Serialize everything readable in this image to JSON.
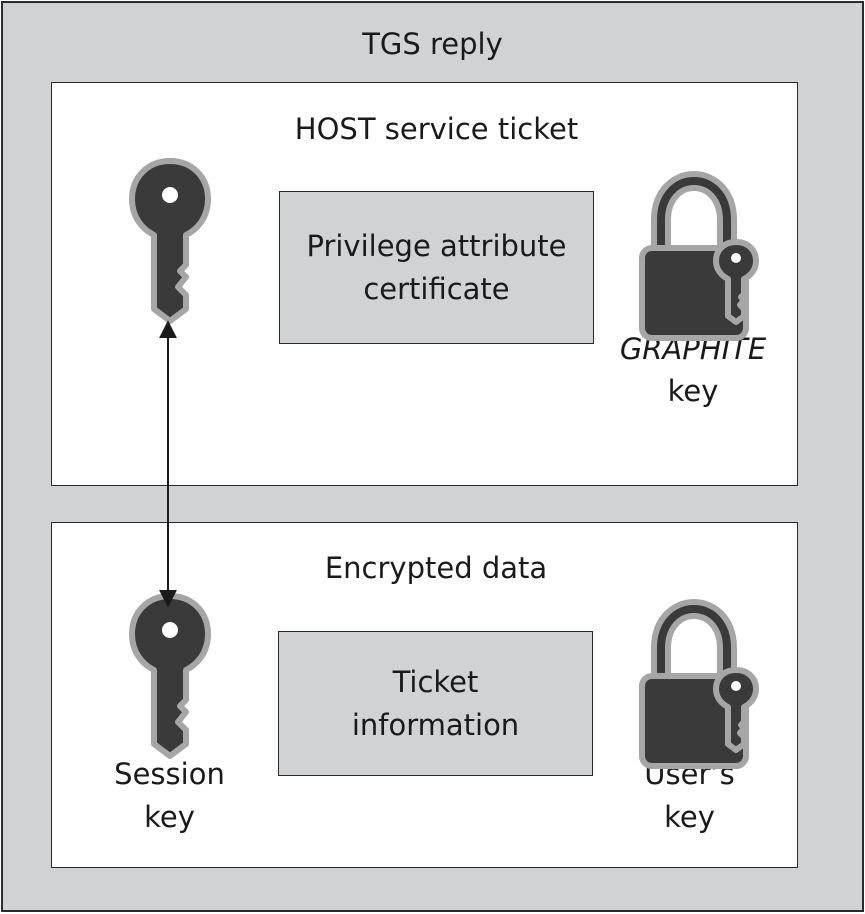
{
  "title": "TGS reply",
  "top_panel": {
    "title": "HOST service ticket",
    "box_label": "Privilege attribute\ncertificate",
    "lock_label_line1": "GRAPHITE",
    "lock_label_line2": "key",
    "key_icon": "key-icon",
    "lock_icon": "padlock-with-key-icon"
  },
  "bottom_panel": {
    "title": "Encrypted data",
    "box_label": "Ticket\ninformation",
    "key_label": "Session\nkey",
    "lock_label": "User’s\nkey",
    "key_icon": "key-icon",
    "lock_icon": "padlock-with-key-icon"
  },
  "connector": "double-headed-arrow",
  "colors": {
    "frame_fill": "#d1d2d4",
    "panel_fill": "#ffffff",
    "icon_fill": "#3a3a3a",
    "icon_outline": "#a6a6a6",
    "stroke": "#2b2b2b"
  }
}
